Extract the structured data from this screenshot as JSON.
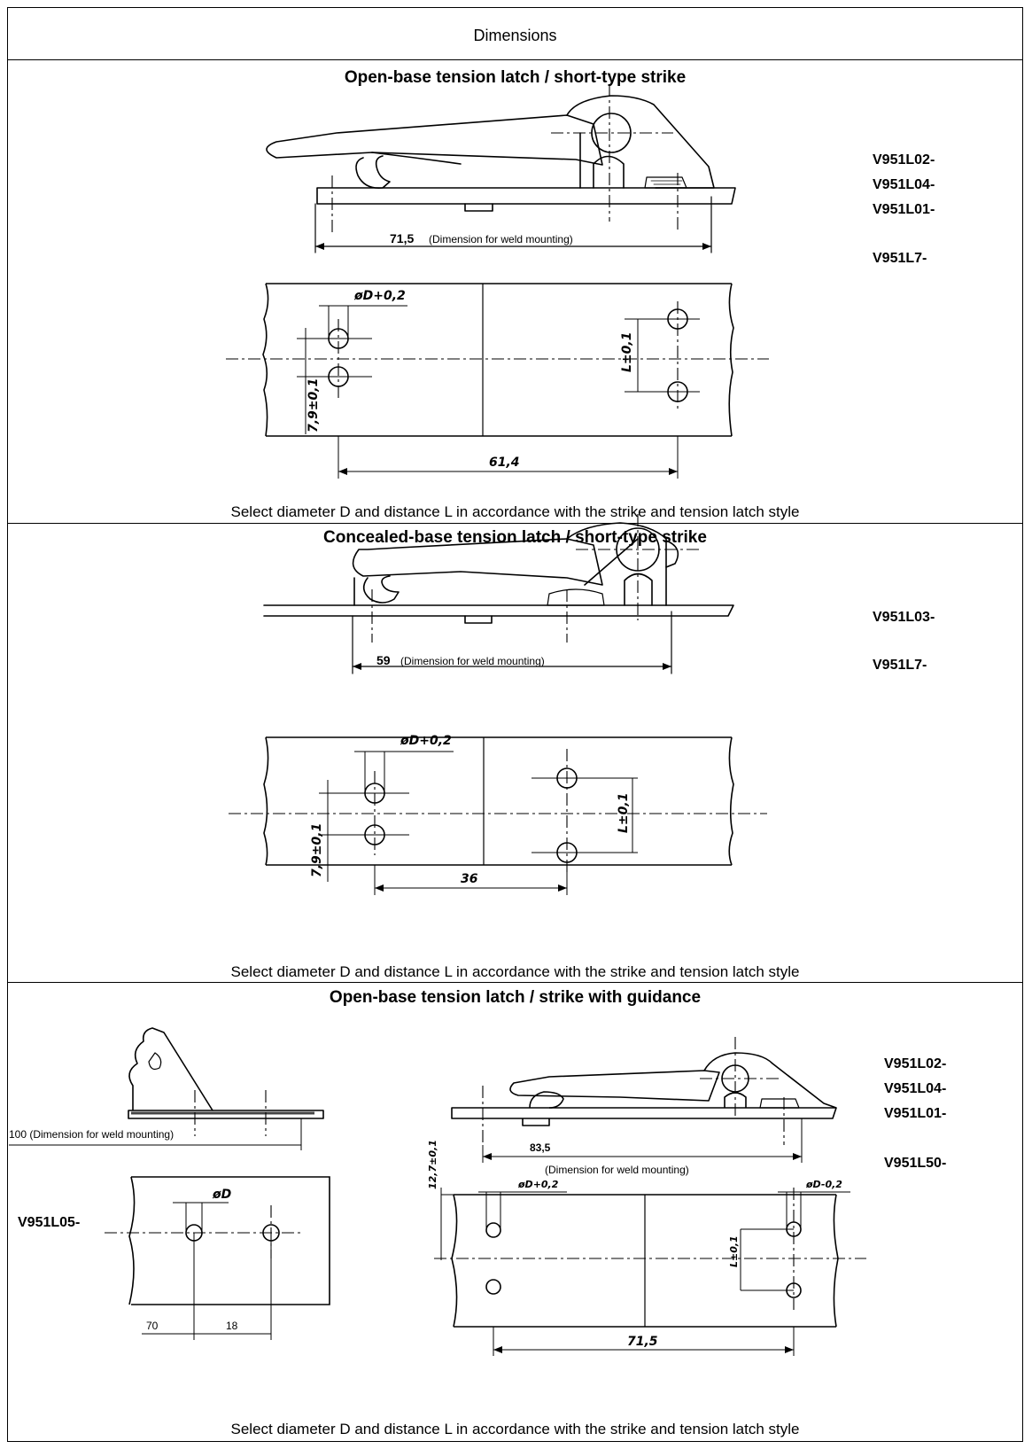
{
  "header": {
    "title": "Dimensions"
  },
  "sections": [
    {
      "title": "Open-base tension latch / short-type strike",
      "weld_value": "71,5",
      "weld_note": "(Dimension for weld mounting)",
      "hole_dim_label": "øD+0,2",
      "spacing_label": "L±0,1",
      "vertical_offset_label": "7,9±0,1",
      "bottom_dim": "61,4",
      "part_numbers": [
        "V951L02-",
        "V951L04-",
        "V951L01-",
        "V951L7-"
      ],
      "caption": "Select diameter D and distance L in accordance with the strike and tension latch style"
    },
    {
      "title": "Concealed-base tension latch / short-type strike",
      "weld_value": "59",
      "weld_note": "(Dimension for weld mounting)",
      "hole_dim_label": "øD+0,2",
      "spacing_label": "L±0,1",
      "vertical_offset_label": "7,9±0,1",
      "bottom_dim": "36",
      "part_numbers": [
        "V951L03-",
        "V951L7-"
      ],
      "caption": "Select diameter D and distance L in accordance with the strike and tension latch style"
    },
    {
      "title": "Open-base tension latch / strike with guidance",
      "left_weld_text": "100 (Dimension for weld mounting)",
      "right_weld_value": "83,5",
      "right_weld_note": "(Dimension for weld mounting)",
      "left_part": "V951L05-",
      "left_hole_label": "øD",
      "left_dim_a": "70",
      "left_dim_b": "18",
      "right_hole_label_left": "øD+0,2",
      "right_hole_label_right": "øD-0,2",
      "right_vertical_label": "12,7±0,1",
      "right_spacing_label": "L±0,1",
      "right_bottom_dim": "71,5",
      "part_numbers": [
        "V951L02-",
        "V951L04-",
        "V951L01-",
        "V951L50-"
      ],
      "caption": "Select diameter D and distance L in accordance with the strike and tension latch style"
    }
  ]
}
